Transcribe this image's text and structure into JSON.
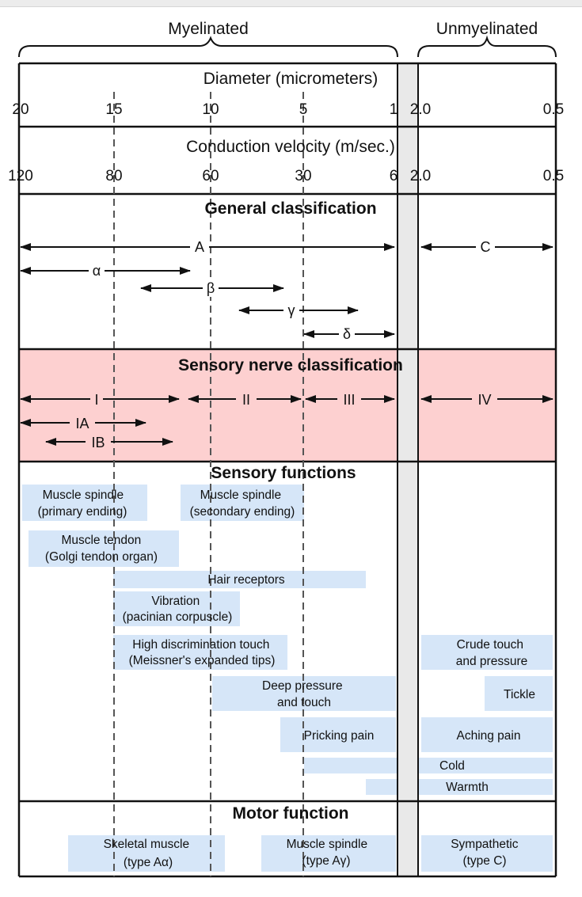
{
  "groups": {
    "myelinated": "Myelinated",
    "unmyelinated": "Unmyelinated"
  },
  "scales": {
    "diameter": {
      "title": "Diameter (micrometers)",
      "ticks_left": [
        "20",
        "15",
        "10",
        "5",
        "1"
      ],
      "ticks_right": [
        "2.0",
        "0.5"
      ]
    },
    "velocity": {
      "title": "Conduction velocity (m/sec.)",
      "ticks_left": [
        "120",
        "80",
        "60",
        "30",
        "6"
      ],
      "ticks_right": [
        "2.0",
        "0.5"
      ]
    }
  },
  "sections": {
    "general": "General classification",
    "sensory_nerve": "Sensory nerve classification",
    "sensory_functions": "Sensory functions",
    "motor": "Motor function"
  },
  "general_fibers": {
    "A": "A",
    "C": "C",
    "alpha": "α",
    "beta": "β",
    "gamma": "γ",
    "delta": "δ"
  },
  "sensory_fibers": {
    "I": "I",
    "IA": "IA",
    "IB": "IB",
    "II": "II",
    "III": "III",
    "IV": "IV"
  },
  "functions": {
    "spindle_primary": [
      "Muscle spindle",
      "(primary ending)"
    ],
    "spindle_secondary": [
      "Muscle spindle",
      "(secondary ending)"
    ],
    "tendon": [
      "Muscle tendon",
      "(Golgi tendon organ)"
    ],
    "hair": [
      "Hair receptors"
    ],
    "vibration": [
      "Vibration",
      "(pacinian corpuscle)"
    ],
    "touch_high": [
      "High discrimination touch",
      "(Meissner's expanded tips)"
    ],
    "crude_touch": [
      "Crude touch",
      "and pressure"
    ],
    "deep_pressure": [
      "Deep pressure",
      "and touch"
    ],
    "tickle": [
      "Tickle"
    ],
    "pricking": [
      "Pricking pain"
    ],
    "aching": [
      "Aching pain"
    ],
    "cold": [
      "Cold"
    ],
    "warmth": [
      "Warmth"
    ]
  },
  "motor_functions": {
    "skeletal": [
      "Skeletal muscle",
      "(type Aα)"
    ],
    "spindle": [
      "Muscle spindle",
      "(type Aγ)"
    ],
    "sympathetic": [
      "Sympathetic",
      "(type C)"
    ]
  },
  "colors": {
    "sensory_band": "#fdd0d0",
    "function_box": "#d6e6f8",
    "line": "#111111"
  }
}
